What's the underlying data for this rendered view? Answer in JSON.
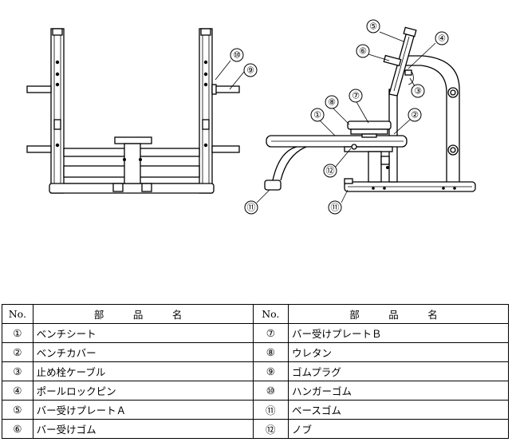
{
  "callouts": [
    "①",
    "②",
    "③",
    "④",
    "⑤",
    "⑥",
    "⑦",
    "⑧",
    "⑨",
    "⑩",
    "⑪",
    "⑫"
  ],
  "table": {
    "header_no": "No.",
    "header_name": "部　品　名",
    "rows": [
      {
        "left_no": "①",
        "left_name": "ベンチシート",
        "right_no": "⑦",
        "right_name": "バー受けプレートＢ"
      },
      {
        "left_no": "②",
        "left_name": "ベンチカバー",
        "right_no": "⑧",
        "right_name": "ウレタン"
      },
      {
        "left_no": "③",
        "left_name": "止め栓ケーブル",
        "right_no": "⑨",
        "right_name": "ゴムプラグ"
      },
      {
        "left_no": "④",
        "left_name": "ポールロックピン",
        "right_no": "⑩",
        "right_name": "ハンガーゴム"
      },
      {
        "left_no": "⑤",
        "left_name": "バー受けプレートＡ",
        "right_no": "⑪",
        "right_name": "ベースゴム"
      },
      {
        "left_no": "⑥",
        "left_name": "バー受けゴム",
        "right_no": "⑫",
        "right_name": "ノブ"
      }
    ]
  }
}
